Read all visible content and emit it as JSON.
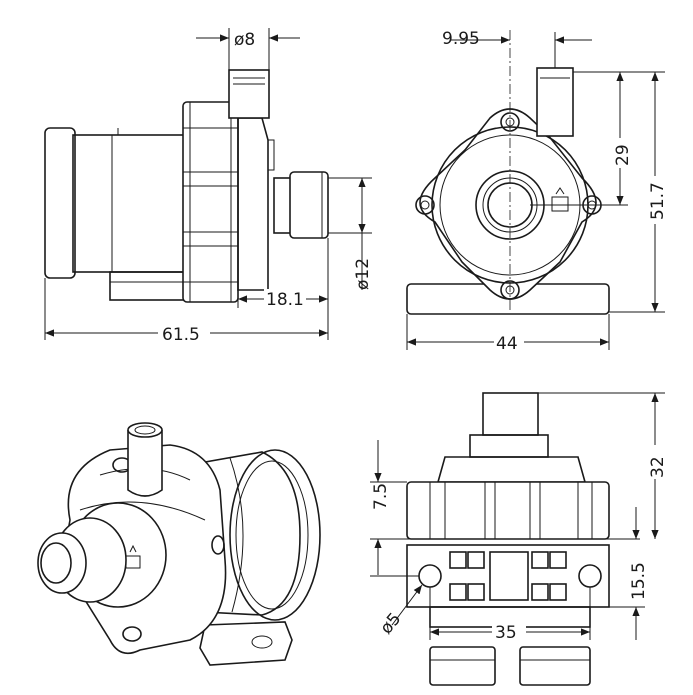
{
  "dimensions": {
    "outlet_diameter": "ø8",
    "inlet_diameter": "ø12",
    "inlet_length": "18.1",
    "total_length": "61.5",
    "outlet_offset": "9.95",
    "outlet_height": "29",
    "total_height": "51.7",
    "total_width": "44",
    "flange_height": "7.5",
    "top_height": "32",
    "base_height": "15.5",
    "hole_diameter": "ø5",
    "hole_spacing": "35"
  }
}
